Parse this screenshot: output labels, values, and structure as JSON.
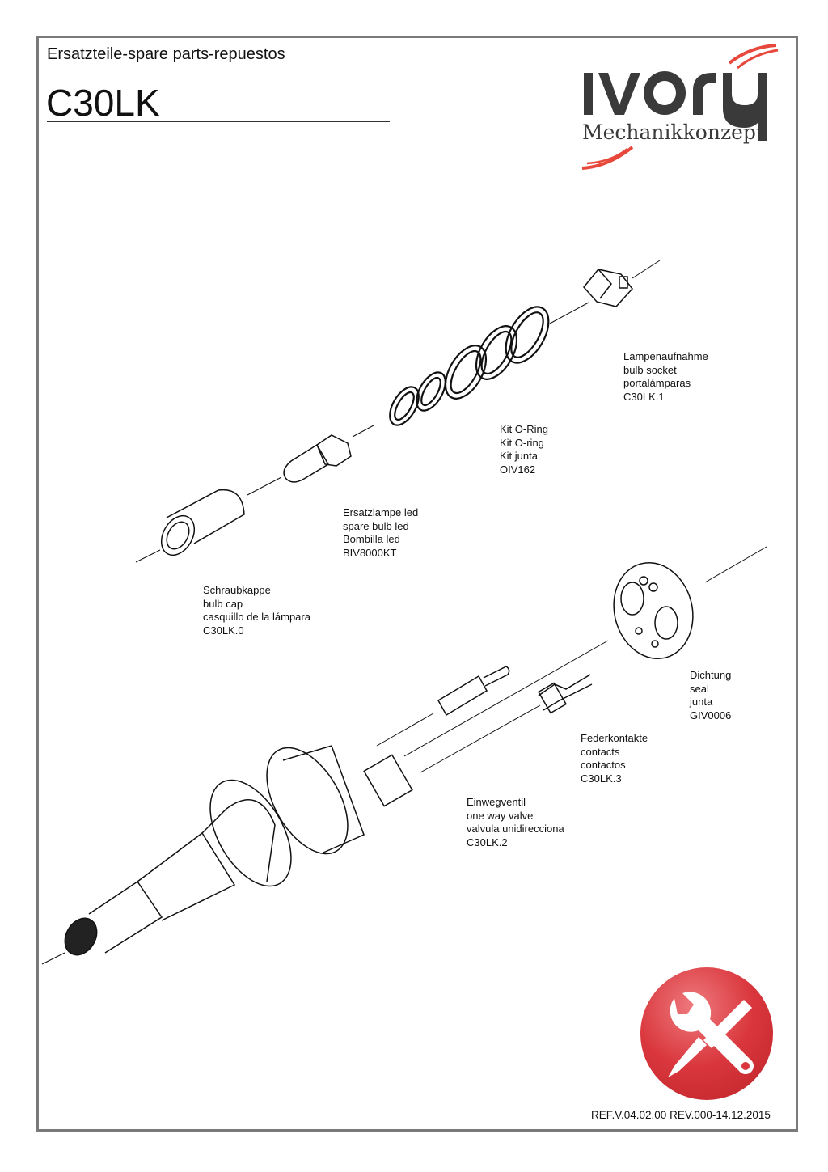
{
  "header": {
    "subtitle": "Ersatzteile-spare parts-repuestos",
    "model": "C30LK"
  },
  "logo": {
    "brand": "IVORY",
    "tagline": "Mechanikkonzept",
    "accent_color": "#e8483b",
    "text_color": "#3a3a3a"
  },
  "parts": [
    {
      "lines": [
        "Lampenaufnahme",
        "bulb socket",
        "portalámparas",
        "C30LK.1"
      ]
    },
    {
      "lines": [
        "Kit O-Ring",
        "Kit O-ring",
        "Kit junta",
        "OIV162"
      ]
    },
    {
      "lines": [
        "Ersatzlampe led",
        "spare bulb led",
        "Bombilla led",
        "BIV8000KT"
      ]
    },
    {
      "lines": [
        "Schraubkappe",
        "bulb cap",
        "casquillo de la lámpara",
        "C30LK.0"
      ]
    },
    {
      "lines": [
        "Dichtung",
        "seal",
        "junta",
        "GIV0006"
      ]
    },
    {
      "lines": [
        "Federkontakte",
        "contacts",
        "contactos",
        "C30LK.3"
      ]
    },
    {
      "lines": [
        "Einwegventil",
        "one way valve",
        "valvula unidirecciona",
        "C30LK.2"
      ]
    }
  ],
  "badge": {
    "icon": "wrench-screwdriver-icon",
    "color": "#d9373d"
  },
  "footer": {
    "reference": "REF.V.04.02.00 REV.000-14.12.2015"
  }
}
